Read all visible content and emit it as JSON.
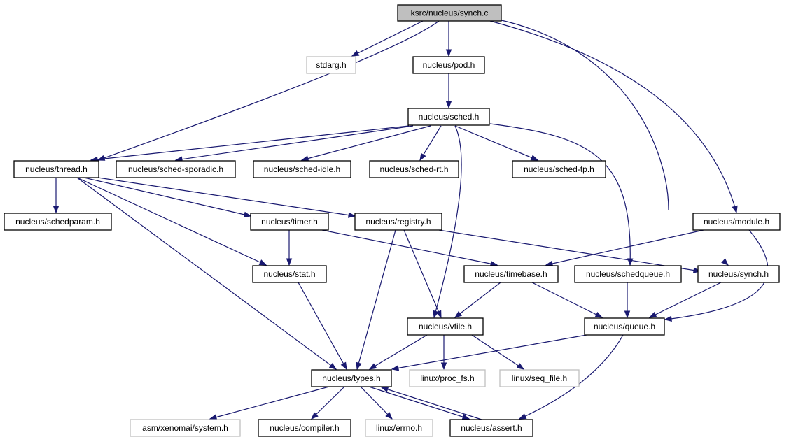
{
  "diagram": {
    "type": "include-dependency-graph",
    "edge_color": "#191970",
    "root_fill": "#bfbfbf",
    "external_border": "#bfbfbf",
    "nodes": [
      {
        "id": "synch_c",
        "label": "ksrc/nucleus/synch.c",
        "kind": "root"
      },
      {
        "id": "stdarg",
        "label": "stdarg.h",
        "kind": "external"
      },
      {
        "id": "pod",
        "label": "nucleus/pod.h",
        "kind": "internal"
      },
      {
        "id": "sched",
        "label": "nucleus/sched.h",
        "kind": "internal"
      },
      {
        "id": "thread",
        "label": "nucleus/thread.h",
        "kind": "internal"
      },
      {
        "id": "sporadic",
        "label": "nucleus/sched-sporadic.h",
        "kind": "internal"
      },
      {
        "id": "idle",
        "label": "nucleus/sched-idle.h",
        "kind": "internal"
      },
      {
        "id": "rt",
        "label": "nucleus/sched-rt.h",
        "kind": "internal"
      },
      {
        "id": "tp",
        "label": "nucleus/sched-tp.h",
        "kind": "internal"
      },
      {
        "id": "schedparam",
        "label": "nucleus/schedparam.h",
        "kind": "internal"
      },
      {
        "id": "timer",
        "label": "nucleus/timer.h",
        "kind": "internal"
      },
      {
        "id": "registry",
        "label": "nucleus/registry.h",
        "kind": "internal"
      },
      {
        "id": "module",
        "label": "nucleus/module.h",
        "kind": "internal"
      },
      {
        "id": "stat",
        "label": "nucleus/stat.h",
        "kind": "internal"
      },
      {
        "id": "timebase",
        "label": "nucleus/timebase.h",
        "kind": "internal"
      },
      {
        "id": "schedqueue",
        "label": "nucleus/schedqueue.h",
        "kind": "internal"
      },
      {
        "id": "synch_h",
        "label": "nucleus/synch.h",
        "kind": "internal"
      },
      {
        "id": "vfile",
        "label": "nucleus/vfile.h",
        "kind": "internal"
      },
      {
        "id": "queue",
        "label": "nucleus/queue.h",
        "kind": "internal"
      },
      {
        "id": "types",
        "label": "nucleus/types.h",
        "kind": "internal"
      },
      {
        "id": "procfs",
        "label": "linux/proc_fs.h",
        "kind": "external"
      },
      {
        "id": "seqfile",
        "label": "linux/seq_file.h",
        "kind": "external"
      },
      {
        "id": "system",
        "label": "asm/xenomai/system.h",
        "kind": "external"
      },
      {
        "id": "compiler",
        "label": "nucleus/compiler.h",
        "kind": "internal"
      },
      {
        "id": "errno",
        "label": "linux/errno.h",
        "kind": "external"
      },
      {
        "id": "assert",
        "label": "nucleus/assert.h",
        "kind": "internal"
      }
    ],
    "edges": [
      [
        "synch_c",
        "stdarg"
      ],
      [
        "synch_c",
        "pod"
      ],
      [
        "synch_c",
        "thread"
      ],
      [
        "synch_c",
        "module"
      ],
      [
        "synch_c",
        "synch_h"
      ],
      [
        "pod",
        "sched"
      ],
      [
        "sched",
        "thread"
      ],
      [
        "sched",
        "sporadic"
      ],
      [
        "sched",
        "idle"
      ],
      [
        "sched",
        "rt"
      ],
      [
        "sched",
        "tp"
      ],
      [
        "sched",
        "vfile"
      ],
      [
        "sched",
        "schedqueue"
      ],
      [
        "thread",
        "schedparam"
      ],
      [
        "thread",
        "timer"
      ],
      [
        "thread",
        "registry"
      ],
      [
        "thread",
        "stat"
      ],
      [
        "thread",
        "types"
      ],
      [
        "timer",
        "stat"
      ],
      [
        "timer",
        "timebase"
      ],
      [
        "registry",
        "types"
      ],
      [
        "registry",
        "vfile"
      ],
      [
        "registry",
        "synch_h"
      ],
      [
        "module",
        "timebase"
      ],
      [
        "module",
        "queue"
      ],
      [
        "stat",
        "types"
      ],
      [
        "timebase",
        "vfile"
      ],
      [
        "timebase",
        "queue"
      ],
      [
        "schedqueue",
        "queue"
      ],
      [
        "synch_h",
        "queue"
      ],
      [
        "vfile",
        "types"
      ],
      [
        "vfile",
        "procfs"
      ],
      [
        "vfile",
        "seqfile"
      ],
      [
        "queue",
        "types"
      ],
      [
        "queue",
        "assert"
      ],
      [
        "types",
        "system"
      ],
      [
        "types",
        "compiler"
      ],
      [
        "types",
        "errno"
      ],
      [
        "types",
        "assert"
      ],
      [
        "assert",
        "types"
      ]
    ]
  }
}
